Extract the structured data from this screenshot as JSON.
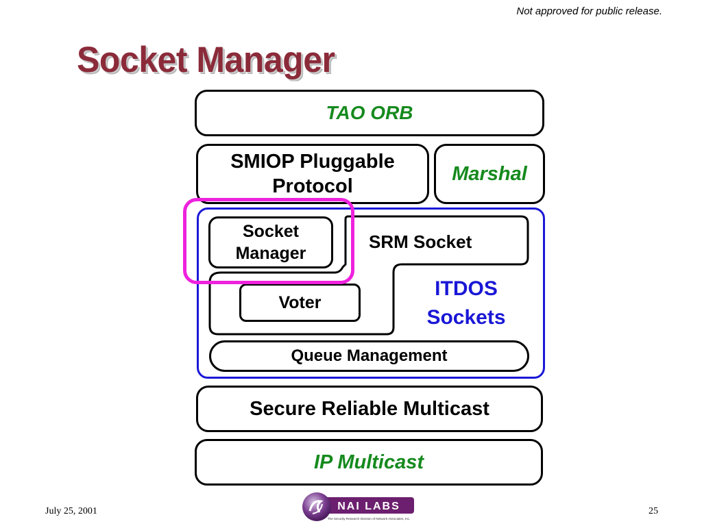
{
  "header": {
    "notice": "Not approved for public release.",
    "title": "Socket Manager"
  },
  "diagram": {
    "tao_orb": "TAO ORB",
    "smiop_line1": "SMIOP Pluggable",
    "smiop_line2": "Protocol",
    "marshal": "Marshal",
    "socket_manager_line1": "Socket",
    "socket_manager_line2": "Manager",
    "srm_socket": "SRM Socket",
    "voter": "Voter",
    "itdos_line1": "ITDOS",
    "itdos_line2": "Sockets",
    "queue_management": "Queue Management",
    "secure_reliable_multicast": "Secure Reliable Multicast",
    "ip_multicast": "IP Multicast",
    "highlight_color": "#ee22dd",
    "itdos_color": "#1a17d6",
    "green_text_color": "#168a1e"
  },
  "footer": {
    "date": "July 25, 2001",
    "page": "25",
    "logo_text": "NAI LABS",
    "logo_tagline": "The Security Research Division of Network Associates, Inc."
  }
}
